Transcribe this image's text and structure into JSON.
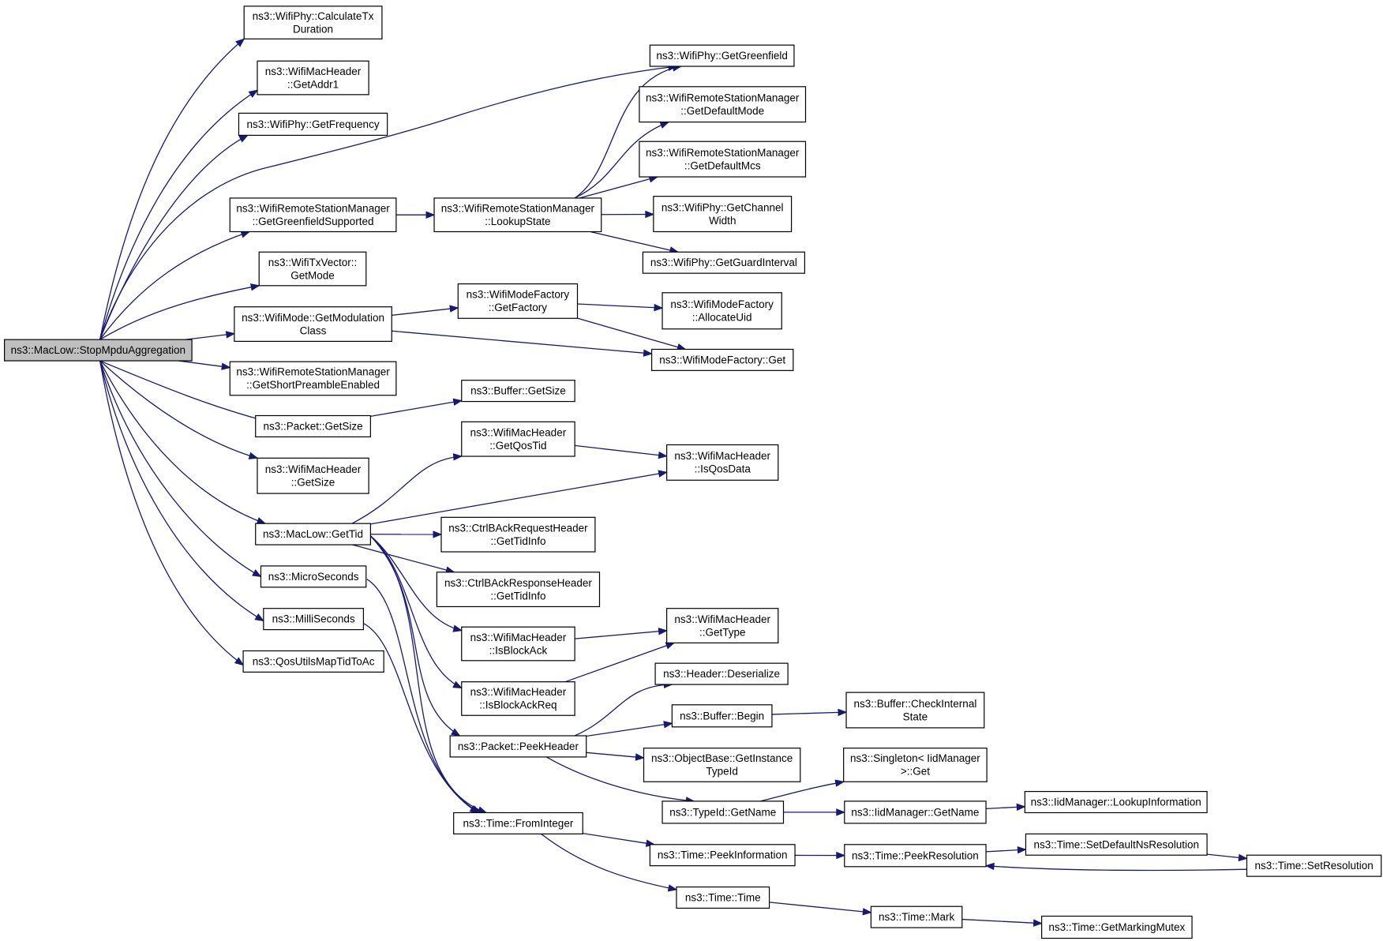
{
  "nodes": {
    "stopmpdu": {
      "lines": [
        "ns3::MacLow::StopMpduAggregation"
      ],
      "root": true
    },
    "calctx": {
      "lines": [
        "ns3::WifiPhy::CalculateTx",
        "Duration"
      ]
    },
    "getaddr1": {
      "lines": [
        "ns3::WifiMacHeader",
        "::GetAddr1"
      ]
    },
    "getfreq": {
      "lines": [
        "ns3::WifiPhy::GetFrequency"
      ]
    },
    "getgfsup": {
      "lines": [
        "ns3::WifiRemoteStationManager",
        "::GetGreenfieldSupported"
      ]
    },
    "getmode": {
      "lines": [
        "ns3::WifiTxVector::",
        "GetMode"
      ]
    },
    "getmodcls": {
      "lines": [
        "ns3::WifiMode::GetModulation",
        "Class"
      ]
    },
    "getspe": {
      "lines": [
        "ns3::WifiRemoteStationManager",
        "::GetShortPreambleEnabled"
      ]
    },
    "pktsize": {
      "lines": [
        "ns3::Packet::GetSize"
      ]
    },
    "hdrsize": {
      "lines": [
        "ns3::WifiMacHeader",
        "::GetSize"
      ]
    },
    "gettid": {
      "lines": [
        "ns3::MacLow::GetTid"
      ]
    },
    "micro": {
      "lines": [
        "ns3::MicroSeconds"
      ]
    },
    "milli": {
      "lines": [
        "ns3::MilliSeconds"
      ]
    },
    "qosmap": {
      "lines": [
        "ns3::QosUtilsMapTidToAc"
      ]
    },
    "lookup": {
      "lines": [
        "ns3::WifiRemoteStationManager",
        "::LookupState"
      ]
    },
    "getfactory": {
      "lines": [
        "ns3::WifiModeFactory",
        "::GetFactory"
      ]
    },
    "bufsize": {
      "lines": [
        "ns3::Buffer::GetSize"
      ]
    },
    "getqostid": {
      "lines": [
        "ns3::WifiMacHeader",
        "::GetQosTid"
      ]
    },
    "barreq": {
      "lines": [
        "ns3::CtrlBAckRequestHeader",
        "::GetTidInfo"
      ]
    },
    "barsp": {
      "lines": [
        "ns3::CtrlBAckResponseHeader",
        "::GetTidInfo"
      ]
    },
    "isback": {
      "lines": [
        "ns3::WifiMacHeader",
        "::IsBlockAck"
      ]
    },
    "isbackreq": {
      "lines": [
        "ns3::WifiMacHeader",
        "::IsBlockAckReq"
      ]
    },
    "peekhdr": {
      "lines": [
        "ns3::Packet::PeekHeader"
      ]
    },
    "fromint": {
      "lines": [
        "ns3::Time::FromInteger"
      ]
    },
    "getgf": {
      "lines": [
        "ns3::WifiPhy::GetGreenfield"
      ]
    },
    "defmode": {
      "lines": [
        "ns3::WifiRemoteStationManager",
        "::GetDefaultMode"
      ]
    },
    "defmcs": {
      "lines": [
        "ns3::WifiRemoteStationManager",
        "::GetDefaultMcs"
      ]
    },
    "chwidth": {
      "lines": [
        "ns3::WifiPhy::GetChannel",
        "Width"
      ]
    },
    "guardint": {
      "lines": [
        "ns3::WifiPhy::GetGuardInterval"
      ]
    },
    "allocuid": {
      "lines": [
        "ns3::WifiModeFactory",
        "::AllocateUid"
      ]
    },
    "wmfget": {
      "lines": [
        "ns3::WifiModeFactory::Get"
      ]
    },
    "isqosdata": {
      "lines": [
        "ns3::WifiMacHeader",
        "::IsQosData"
      ]
    },
    "gettype": {
      "lines": [
        "ns3::WifiMacHeader",
        "::GetType"
      ]
    },
    "deser": {
      "lines": [
        "ns3::Header::Deserialize"
      ]
    },
    "bufbegin": {
      "lines": [
        "ns3::Buffer::Begin"
      ]
    },
    "objinst": {
      "lines": [
        "ns3::ObjectBase::GetInstance",
        "TypeId"
      ]
    },
    "typename": {
      "lines": [
        "ns3::TypeId::GetName"
      ]
    },
    "peekinfo": {
      "lines": [
        "ns3::Time::PeekInformation"
      ]
    },
    "timetime": {
      "lines": [
        "ns3::Time::Time"
      ]
    },
    "chkint": {
      "lines": [
        "ns3::Buffer::CheckInternal",
        "State"
      ]
    },
    "singleton": {
      "lines": [
        "ns3::Singleton< IidManager",
        ">::Get"
      ]
    },
    "iidname": {
      "lines": [
        "ns3::IidManager::GetName"
      ]
    },
    "peekres": {
      "lines": [
        "ns3::Time::PeekResolution"
      ]
    },
    "mark": {
      "lines": [
        "ns3::Time::Mark"
      ]
    },
    "lookupinfo": {
      "lines": [
        "ns3::IidManager::LookupInformation"
      ]
    },
    "setdefns": {
      "lines": [
        "ns3::Time::SetDefaultNsResolution"
      ]
    },
    "getmutex": {
      "lines": [
        "ns3::Time::GetMarkingMutex"
      ]
    },
    "setres": {
      "lines": [
        "ns3::Time::SetResolution"
      ]
    }
  },
  "edges": [
    [
      "stopmpdu",
      "calctx"
    ],
    [
      "stopmpdu",
      "getaddr1"
    ],
    [
      "stopmpdu",
      "getfreq"
    ],
    [
      "stopmpdu",
      "getgf"
    ],
    [
      "stopmpdu",
      "getgfsup"
    ],
    [
      "stopmpdu",
      "getmode"
    ],
    [
      "stopmpdu",
      "getmodcls"
    ],
    [
      "stopmpdu",
      "getspe"
    ],
    [
      "stopmpdu",
      "pktsize"
    ],
    [
      "stopmpdu",
      "hdrsize"
    ],
    [
      "stopmpdu",
      "gettid"
    ],
    [
      "stopmpdu",
      "micro"
    ],
    [
      "stopmpdu",
      "milli"
    ],
    [
      "stopmpdu",
      "qosmap"
    ],
    [
      "getgfsup",
      "lookup"
    ],
    [
      "lookup",
      "getgf"
    ],
    [
      "lookup",
      "defmode"
    ],
    [
      "lookup",
      "defmcs"
    ],
    [
      "lookup",
      "chwidth"
    ],
    [
      "lookup",
      "guardint"
    ],
    [
      "getmodcls",
      "getfactory"
    ],
    [
      "getmodcls",
      "wmfget"
    ],
    [
      "getfactory",
      "allocuid"
    ],
    [
      "getfactory",
      "wmfget"
    ],
    [
      "pktsize",
      "bufsize"
    ],
    [
      "gettid",
      "getqostid"
    ],
    [
      "gettid",
      "isqosdata"
    ],
    [
      "gettid",
      "barreq"
    ],
    [
      "gettid",
      "barsp"
    ],
    [
      "gettid",
      "isback"
    ],
    [
      "gettid",
      "isbackreq"
    ],
    [
      "gettid",
      "peekhdr"
    ],
    [
      "gettid",
      "fromint"
    ],
    [
      "getqostid",
      "isqosdata"
    ],
    [
      "isback",
      "gettype"
    ],
    [
      "isbackreq",
      "gettype"
    ],
    [
      "micro",
      "fromint"
    ],
    [
      "milli",
      "fromint"
    ],
    [
      "peekhdr",
      "deser"
    ],
    [
      "peekhdr",
      "bufbegin"
    ],
    [
      "peekhdr",
      "objinst"
    ],
    [
      "peekhdr",
      "typename"
    ],
    [
      "bufbegin",
      "chkint"
    ],
    [
      "typename",
      "singleton"
    ],
    [
      "typename",
      "iidname"
    ],
    [
      "iidname",
      "lookupinfo"
    ],
    [
      "fromint",
      "peekinfo"
    ],
    [
      "fromint",
      "timetime"
    ],
    [
      "peekinfo",
      "peekres"
    ],
    [
      "peekres",
      "setdefns"
    ],
    [
      "setdefns",
      "setres"
    ],
    [
      "setres",
      "peekres"
    ],
    [
      "timetime",
      "mark"
    ],
    [
      "mark",
      "getmutex"
    ]
  ]
}
